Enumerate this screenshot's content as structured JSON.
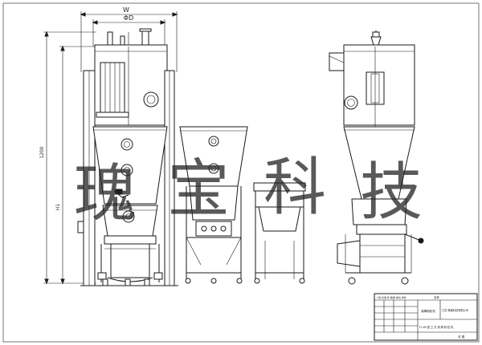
{
  "dimensions": {
    "overall_width": "W",
    "diameter": "ΦD",
    "height_total": "1200",
    "height_side": "H1"
  },
  "watermark": {
    "chars": [
      "瑰",
      "宝",
      "科",
      "技"
    ]
  },
  "title_block": {
    "header_labels": [
      "一级 标准 件 数量 单位 零件",
      "名称"
    ],
    "company": "江苏 瑰宝科技有限公司",
    "product": "沸腾制粒机",
    "model": "FL-60 型 立 式 沸 腾 制 粒 机",
    "sheet": "总 图"
  },
  "colors": {
    "line": "#1a1a1a",
    "watermark": "#c8c8c8",
    "background": "#ffffff"
  }
}
